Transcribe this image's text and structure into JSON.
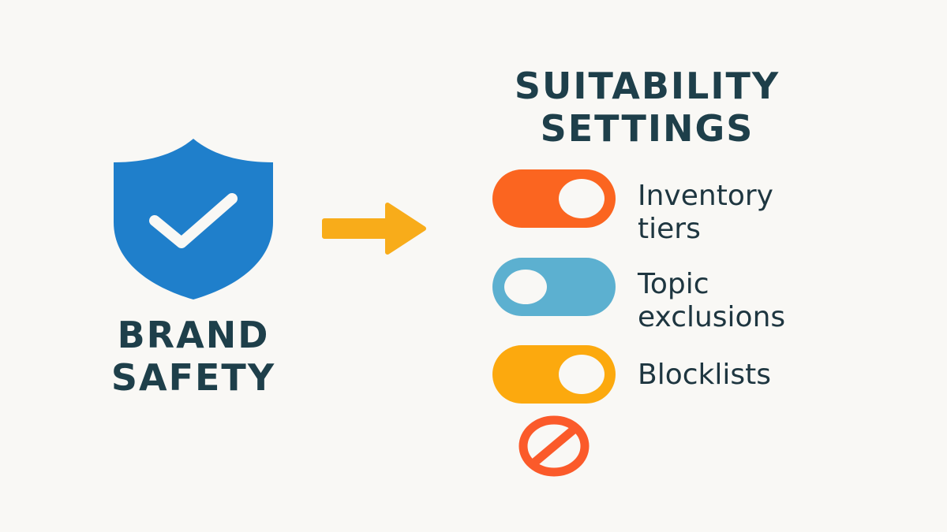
{
  "left": {
    "title_line1": "BRAND",
    "title_line2": "SAFETY",
    "icon": "shield-check-icon"
  },
  "arrow": {
    "icon": "arrow-right-icon"
  },
  "right": {
    "title_line1": "SUITABILITY",
    "title_line2": "SETTINGS",
    "settings": [
      {
        "line1": "Inventory",
        "line2": "tiers",
        "on": true,
        "color": "#fb6520"
      },
      {
        "line1": "Topic",
        "line2": "exclusions",
        "on": false,
        "color": "#5cb0d0"
      },
      {
        "line1": "Blocklists",
        "line2": "",
        "on": true,
        "color": "#fca90e"
      }
    ],
    "block_icon": "prohibited-icon"
  },
  "colors": {
    "shield": "#1f7fcb",
    "arrow": "#f8ac1a",
    "text": "#1e3f4a",
    "block": "#fb5a2a"
  }
}
